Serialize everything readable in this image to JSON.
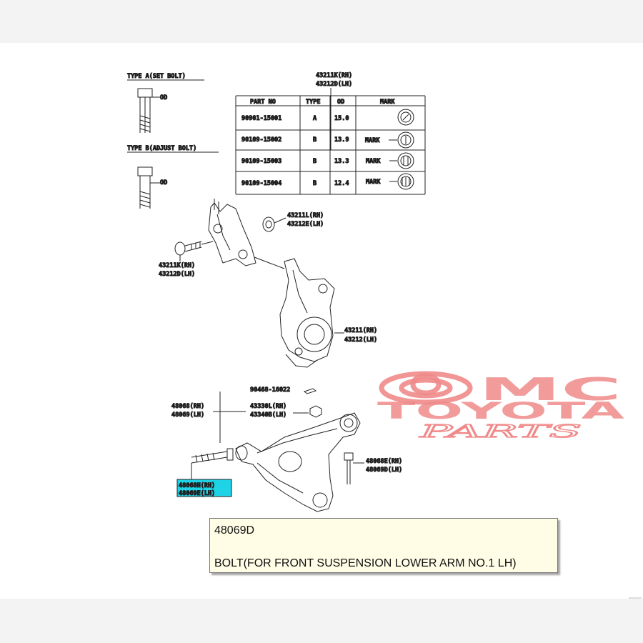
{
  "legend": {
    "type_a_title": "TYPE A(SET BOLT)",
    "type_b_title": "TYPE B(ADJUST BOLT)",
    "dim_od": "OD",
    "ref_top": [
      "43211K(RH)",
      "43212D(LH)"
    ],
    "headers": [
      "PART NO",
      "TYPE",
      "OD",
      "MARK"
    ],
    "rows": [
      {
        "part_no": "90901-15001",
        "type": "A",
        "od": "15.0",
        "mark": ""
      },
      {
        "part_no": "90109-15002",
        "type": "B",
        "od": "13.9",
        "mark": "MARK"
      },
      {
        "part_no": "90109-15003",
        "type": "B",
        "od": "13.3",
        "mark": "MARK"
      },
      {
        "part_no": "90109-15004",
        "type": "B",
        "od": "12.4",
        "mark": "MARK"
      }
    ]
  },
  "callouts": {
    "c1": [
      "43211L(RH)",
      "43212E(LH)"
    ],
    "c2": [
      "43211K(RH)",
      "43212D(LH)"
    ],
    "c3": [
      "43211(RH)",
      "43212(LH)"
    ],
    "c4": "90468-16022",
    "c5": [
      "48068(RH)",
      "48069(LH)"
    ],
    "c6": [
      "43330L(RH)",
      "43340B(LH)"
    ],
    "c7": [
      "48068H(RH)",
      "48069E(LH)"
    ],
    "c8": [
      "48068E(RH)",
      "48069D(LH)"
    ]
  },
  "watermark": {
    "line1": "MC",
    "line2": "TOYOTA",
    "line3": "PARTS",
    "color": "#f08a8a"
  },
  "tooltip": {
    "part_number": "48069D",
    "description": "BOLT(FOR FRONT SUSPENSION LOWER ARM NO.1 LH)"
  },
  "colors": {
    "highlight": "#1fd3e6",
    "tooltip_bg": "#fffde6"
  }
}
